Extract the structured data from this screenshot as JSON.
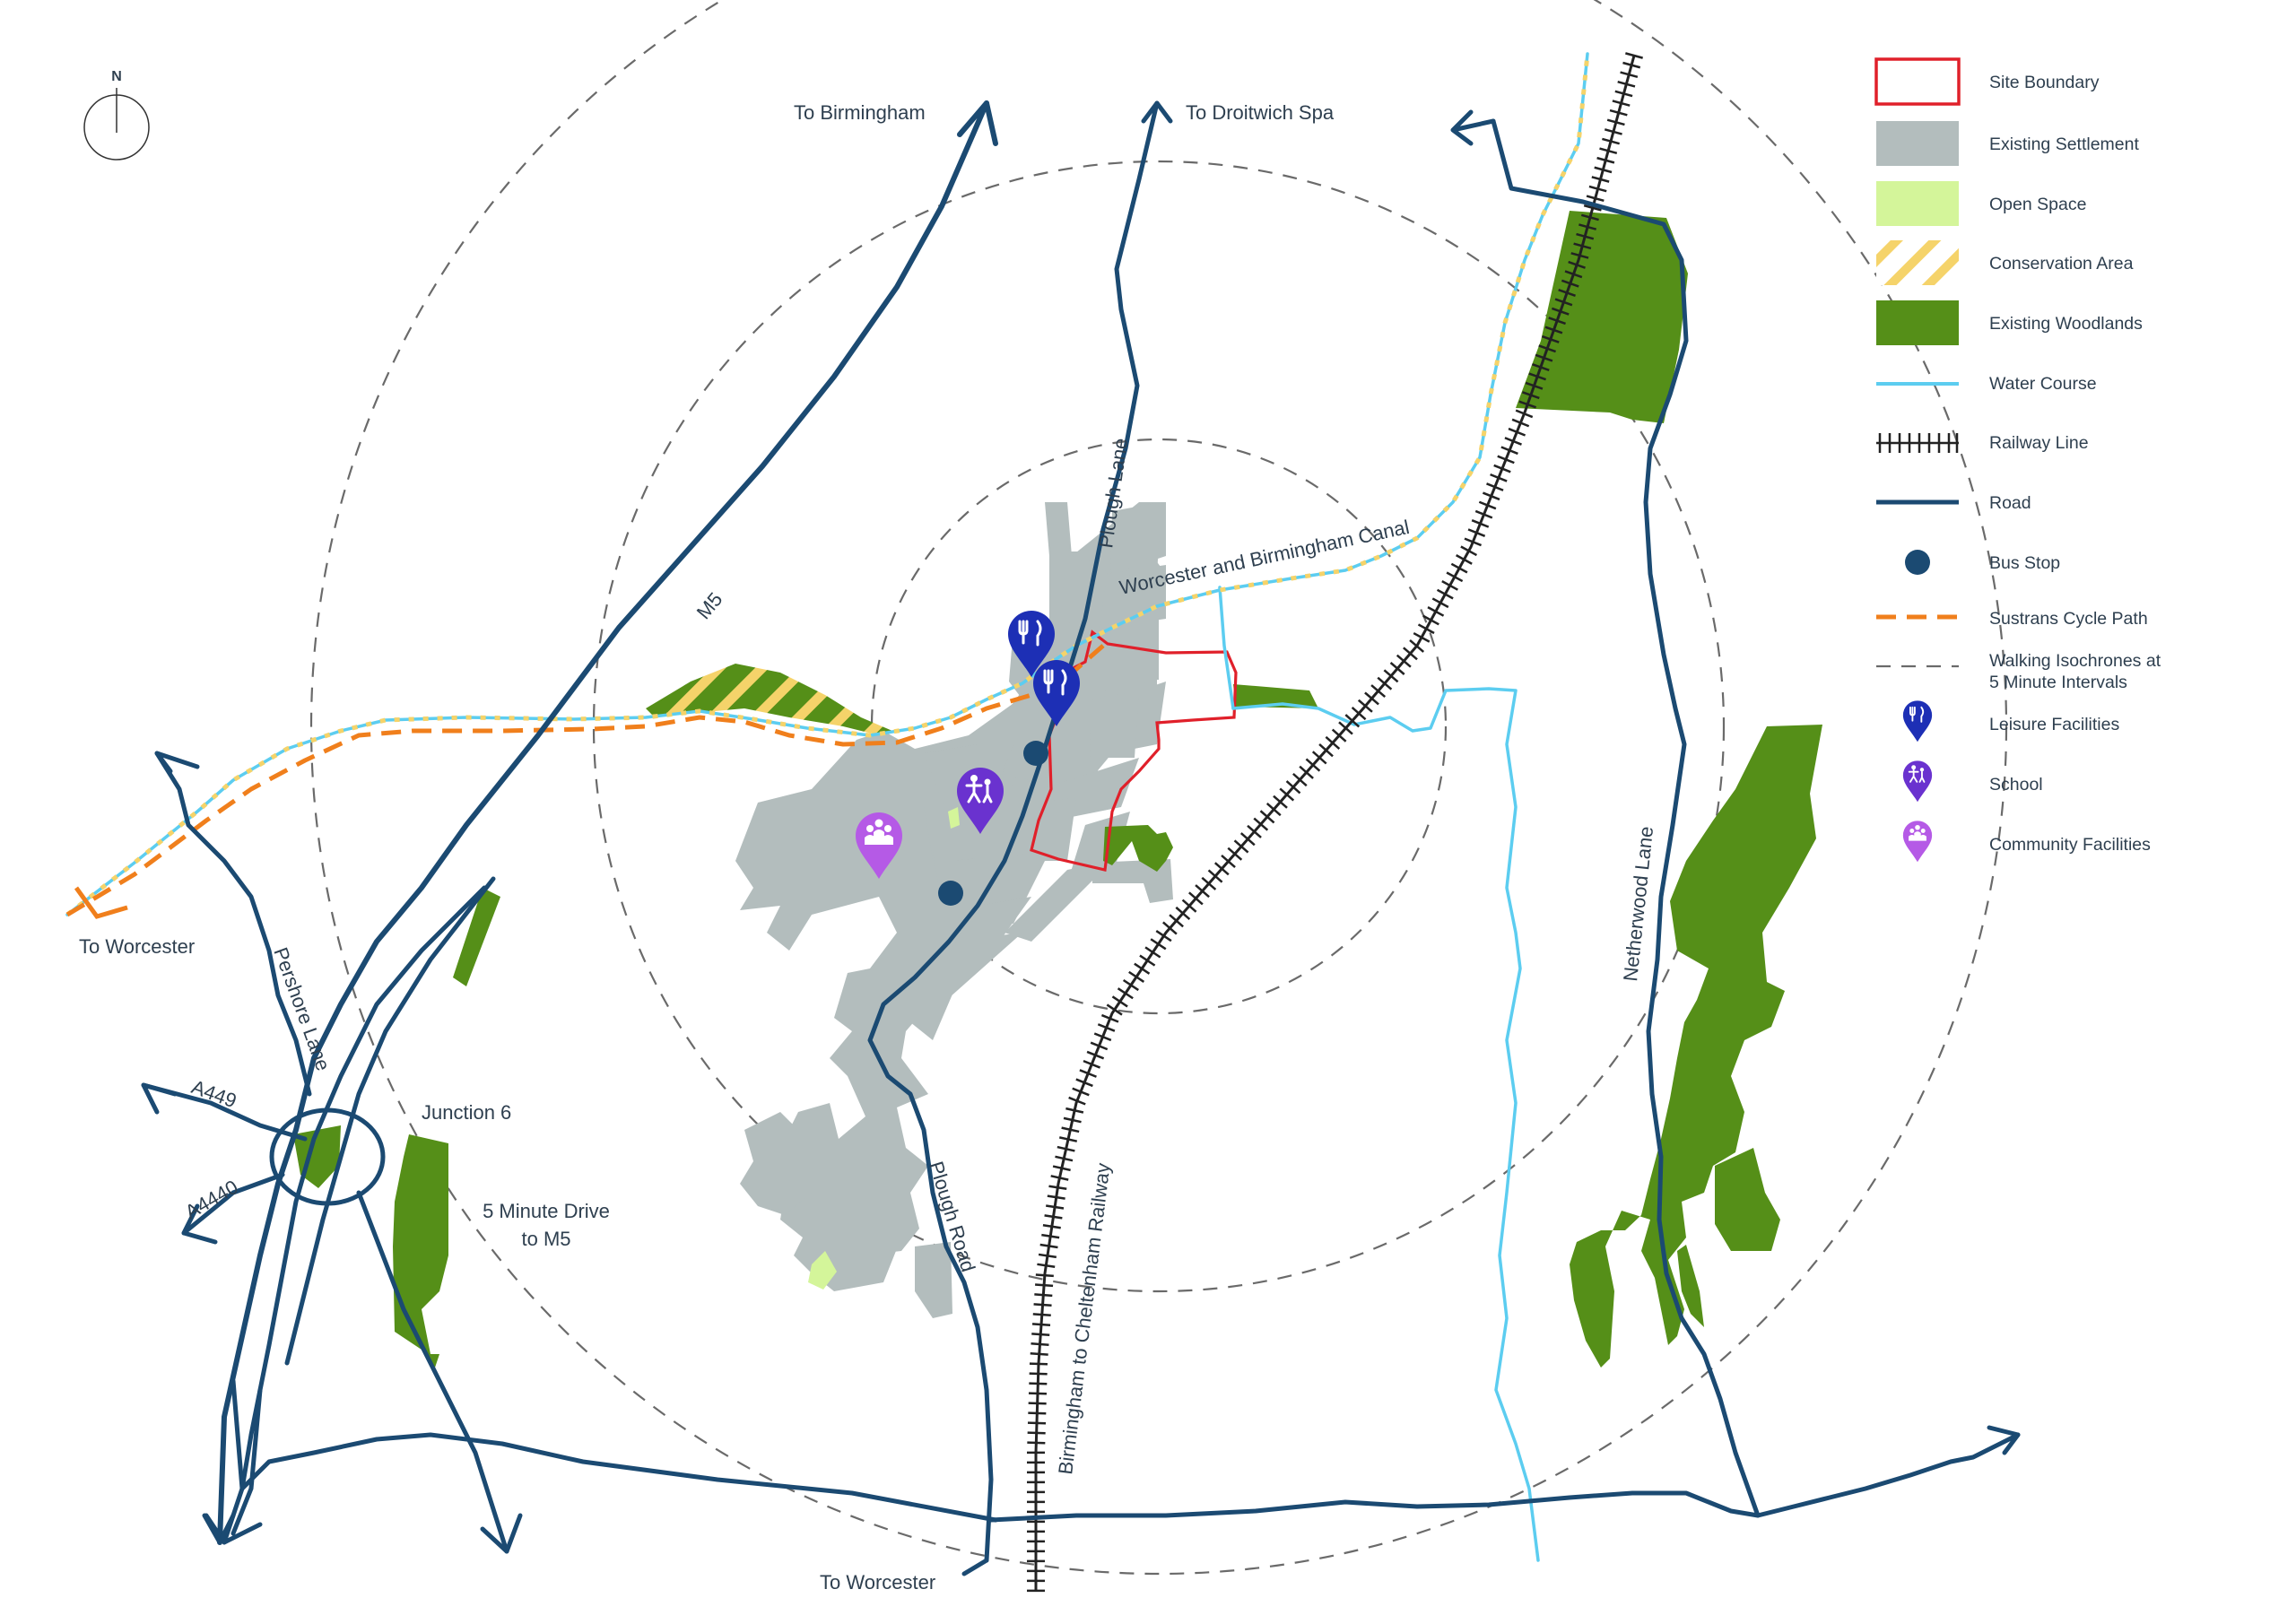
{
  "north_label": "N",
  "labels": {
    "to_birmingham": "To Birmingham",
    "to_droitwich": "To Droitwich Spa",
    "to_worcester_west": "To Worcester",
    "to_worcester_south": "To Worcester",
    "m5": "M5",
    "plough_lane": "Plough Lane",
    "plough_road": "Plough Road",
    "canal": "Worcester and Birmingham Canal",
    "railway": "Birmingham to Cheltenham Railway",
    "netherwood_lane": "Netherwood Lane",
    "pershore_lane": "Pershore Lane",
    "a449": "A449",
    "a4440": "A4440",
    "junction6": "Junction 6",
    "drive_line1": "5 Minute Drive",
    "drive_line2": "to M5"
  },
  "legend": [
    {
      "key": "site_boundary",
      "label": "Site Boundary"
    },
    {
      "key": "existing_settlement",
      "label": "Existing Settlement"
    },
    {
      "key": "open_space",
      "label": "Open Space"
    },
    {
      "key": "conservation_area",
      "label": "Conservation Area"
    },
    {
      "key": "existing_woodlands",
      "label": "Existing Woodlands"
    },
    {
      "key": "water_course",
      "label": "Water Course"
    },
    {
      "key": "railway_line",
      "label": "Railway Line"
    },
    {
      "key": "road",
      "label": "Road"
    },
    {
      "key": "bus_stop",
      "label": "Bus Stop"
    },
    {
      "key": "sustrans",
      "label": "Sustrans Cycle Path"
    },
    {
      "key": "isochrones",
      "label": "Walking Isochrones at",
      "label2": "5 Minute Intervals"
    },
    {
      "key": "leisure",
      "label": "Leisure Facilities"
    },
    {
      "key": "school",
      "label": "School"
    },
    {
      "key": "community",
      "label": "Community Facilities"
    }
  ],
  "colors": {
    "road": "#1b4a72",
    "settlement": "#b3bdbd",
    "open_space": "#d4f59a",
    "woodland": "#558f18",
    "water": "#5ccdf0",
    "cycle": "#f07f1c",
    "conservation": "#f5d36a",
    "site": "#e0202a",
    "leisure_pin": "#1d2fb5",
    "school_pin": "#6a32cf",
    "community_pin": "#b55ae6",
    "isochrone": "#6a6a6a"
  }
}
